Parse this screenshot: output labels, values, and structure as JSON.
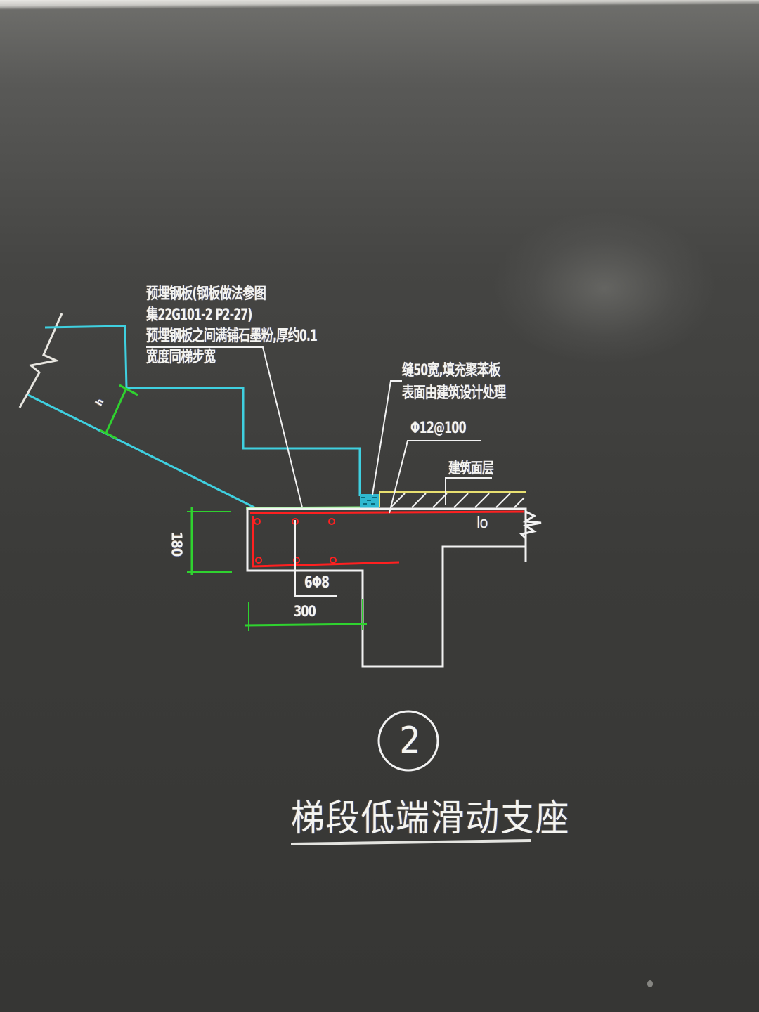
{
  "drawing": {
    "notes": {
      "embedded_plate_line1": "预埋钢板(钢板做法参图",
      "embedded_plate_line2": "集22G101-2 P2-27)",
      "embedded_plate_line3": "预埋钢板之间满铺石墨粉,厚约0.1",
      "embedded_plate_line4": "宽度同梯步宽",
      "gap_line1": "缝50宽,填充聚苯板",
      "gap_line2": "表面由建筑设计处理"
    },
    "labels": {
      "top_rebar": "Φ12@100",
      "surface_layer": "建筑面层",
      "span": "lo",
      "stirrup": "6Φ8",
      "thickness_symbol": "h"
    },
    "dimensions": {
      "depth": "180",
      "width": "300"
    },
    "detail": {
      "number": "2",
      "title": "梯段低端滑动支座"
    },
    "colors": {
      "background": "#3b3b39",
      "stair_outline": "#3fd0e0",
      "dimension": "#2fd22f",
      "rebar": "#ff2020",
      "concrete_outline": "#f2f2f2",
      "surface_line": "#e8e070",
      "fill_hatch": "#2fb8d0"
    }
  }
}
